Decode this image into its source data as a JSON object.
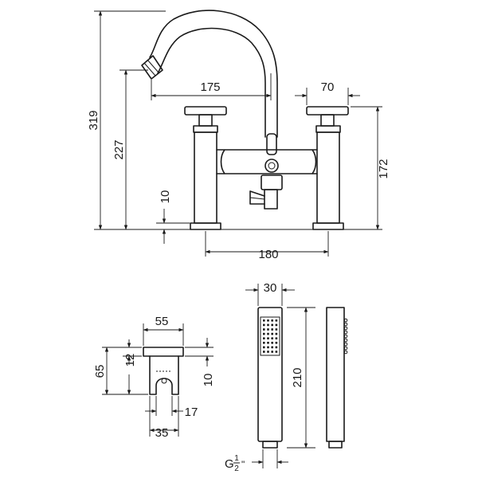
{
  "tap_dimensions": {
    "total_height": "319",
    "spout_height": "227",
    "spout_reach": "175",
    "handle_width": "70",
    "body_height": "172",
    "base_thickness": "10",
    "centres": "180"
  },
  "bracket_dimensions": {
    "width": "55",
    "height": "65",
    "top_plate": "12",
    "side_plate": "10",
    "slot_width": "17",
    "base_width": "35"
  },
  "handset_dimensions": {
    "width": "30",
    "length": "210",
    "thread_label": "G",
    "thread_numerator": "1",
    "thread_denominator": "2",
    "thread_unit": "\""
  },
  "icons": {
    "handset_face": "spray-nozzle-grid-icon"
  }
}
